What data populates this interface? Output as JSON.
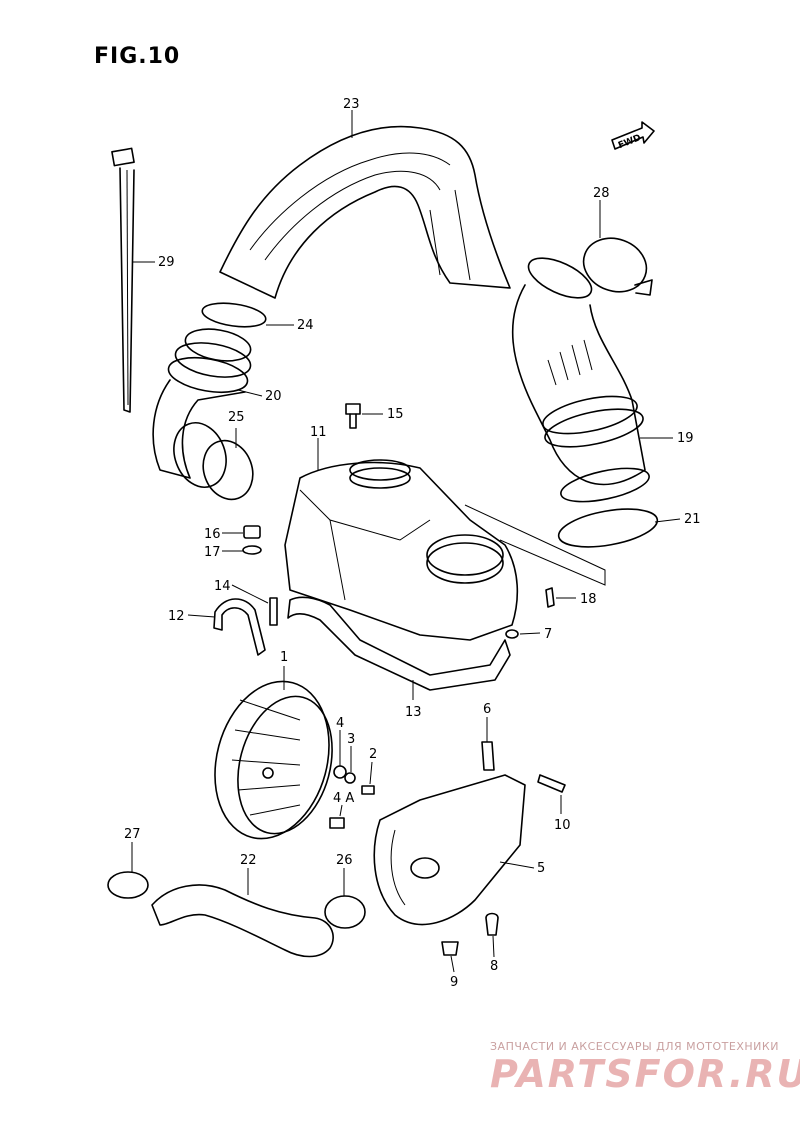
{
  "title": "FIG.10",
  "fwd_label": "FWD",
  "callouts": [
    {
      "id": "c23",
      "text": "23"
    },
    {
      "id": "c29",
      "text": "29"
    },
    {
      "id": "c24",
      "text": "24"
    },
    {
      "id": "c20",
      "text": "20"
    },
    {
      "id": "c25",
      "text": "25"
    },
    {
      "id": "c28",
      "text": "28"
    },
    {
      "id": "c19",
      "text": "19"
    },
    {
      "id": "c21",
      "text": "21"
    },
    {
      "id": "c15",
      "text": "15"
    },
    {
      "id": "c11",
      "text": "11"
    },
    {
      "id": "c16",
      "text": "16"
    },
    {
      "id": "c17",
      "text": "17"
    },
    {
      "id": "c14",
      "text": "14"
    },
    {
      "id": "c12",
      "text": "12"
    },
    {
      "id": "c18",
      "text": "18"
    },
    {
      "id": "c7",
      "text": "7"
    },
    {
      "id": "c13",
      "text": "13"
    },
    {
      "id": "c1",
      "text": "1"
    },
    {
      "id": "c4",
      "text": "4"
    },
    {
      "id": "c3",
      "text": "3"
    },
    {
      "id": "c2",
      "text": "2"
    },
    {
      "id": "c4a",
      "text": "4 A"
    },
    {
      "id": "c6",
      "text": "6"
    },
    {
      "id": "c10",
      "text": "10"
    },
    {
      "id": "c5",
      "text": "5"
    },
    {
      "id": "c27",
      "text": "27"
    },
    {
      "id": "c22",
      "text": "22"
    },
    {
      "id": "c26",
      "text": "26"
    },
    {
      "id": "c9",
      "text": "9"
    },
    {
      "id": "c8",
      "text": "8"
    }
  ],
  "watermark": {
    "subtitle": "ЗАПЧАСТИ И АКСЕССУАРЫ ДЛЯ МОТОТЕХНИКИ",
    "brand": "PARTSFOR.RU"
  }
}
